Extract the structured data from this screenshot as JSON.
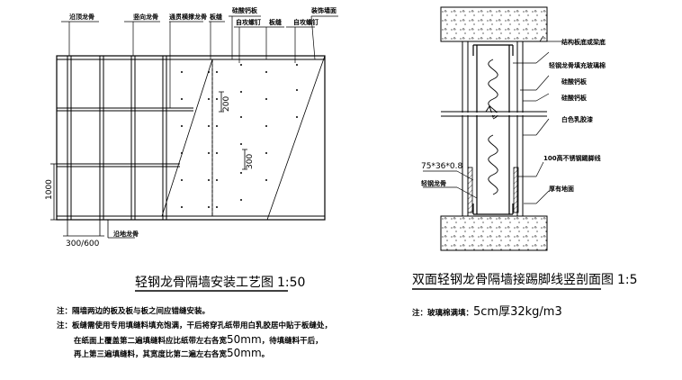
{
  "left_drawing": {
    "labels": {
      "edge_keel": "沿顶龙骨",
      "vertical_keel": "竖向龙骨",
      "through_brace": "通贯横撑龙骨",
      "board_seam_1": "板缝",
      "calcium_silicate": "硅酸钙板",
      "self_tapping_1": "自攻螺钉",
      "board_seam_2": "板缝",
      "self_tapping_2": "自攻螺钉",
      "finish_surface": "装饰墙面",
      "floor_keel": "沿地龙骨"
    },
    "dimensions": {
      "height": "1000",
      "spacing": "300/600",
      "screw_200": "200",
      "screw_300": "300"
    },
    "title": "轻钢龙骨隔墙安装工艺图",
    "scale": "1:50"
  },
  "right_drawing": {
    "labels": {
      "structure_base": "结构板底或梁底",
      "keel_glasswool": "轻钢龙骨填充玻璃棉",
      "calcium_silicate": "硅酸钙板",
      "calcium_silicate_2": "硅酸钙板",
      "white_latex": "白色乳胶漆",
      "steel_skirting": "100高不锈钢踢脚线",
      "profile_size": "75*36*0.8",
      "light_keel": "轻钢龙骨",
      "thick_floor": "厚有地面"
    },
    "title": "双面轻钢龙骨隔墙接踢脚线竖剖面图",
    "scale": "1:5"
  },
  "notes_left": {
    "n1": "注：隔墙两边的板及板与板之间应错缝安装。",
    "n2": "注：板缝需使用专用填缝料填充饱满，干后将穿孔纸带用白乳胶居中贴于板缝处，",
    "n3a": "在纸面上覆盖第二遍填缝料应比纸带左右各宽",
    "n3b": "50mm",
    "n3c": "，待填缝料干后，",
    "n4a": "再上第三遍填缝料，其宽度比第二遍左右各宽",
    "n4b": "50mm",
    "n4c": "。"
  },
  "notes_right": {
    "n1a": "注：玻璃棉满填：",
    "n1b": "5cm厚32kg/m3"
  }
}
